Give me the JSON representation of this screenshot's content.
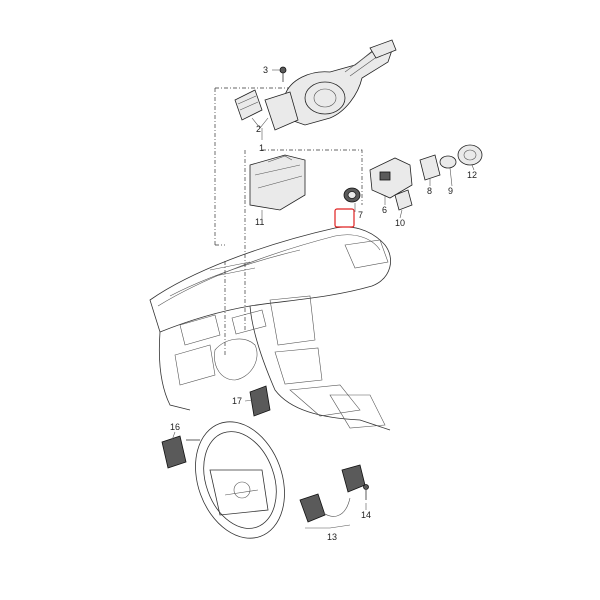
{
  "callouts": {
    "c1": "1",
    "c2": "2",
    "c3": "3",
    "c6": "6",
    "c7": "7",
    "c8": "8",
    "c9": "9",
    "c10": "10",
    "c11": "11",
    "c12": "12",
    "c13": "13",
    "c14": "14",
    "c16": "16",
    "c17": "17"
  },
  "colors": {
    "line": "#333333",
    "highlight_box": "#e02020",
    "part_fill": "#eaeaea",
    "part_dark": "#5a5a5a"
  }
}
